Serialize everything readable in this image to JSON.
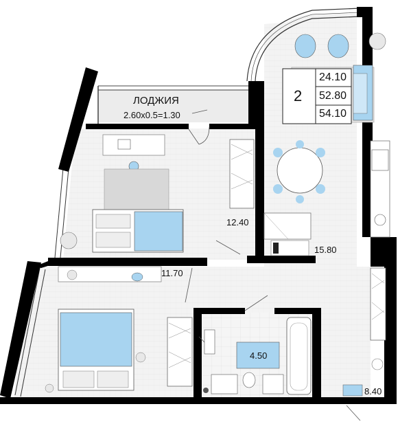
{
  "loggia": {
    "title": "ЛОДЖИЯ",
    "formula": "2.60x0.5=1.30"
  },
  "summary": {
    "rooms_count": "2",
    "living_area": "24.10",
    "total_area": "52.80",
    "total_with_loggia": "54.10"
  },
  "rooms": {
    "bedroom_1": "12.40",
    "kitchen_living": "15.80",
    "bedroom_2": "11.70",
    "bathroom": "4.50",
    "hallway": "8.40"
  },
  "colors": {
    "wall": "#000000",
    "floor": "#f1f1f1",
    "accent": "#a8d4f0"
  }
}
